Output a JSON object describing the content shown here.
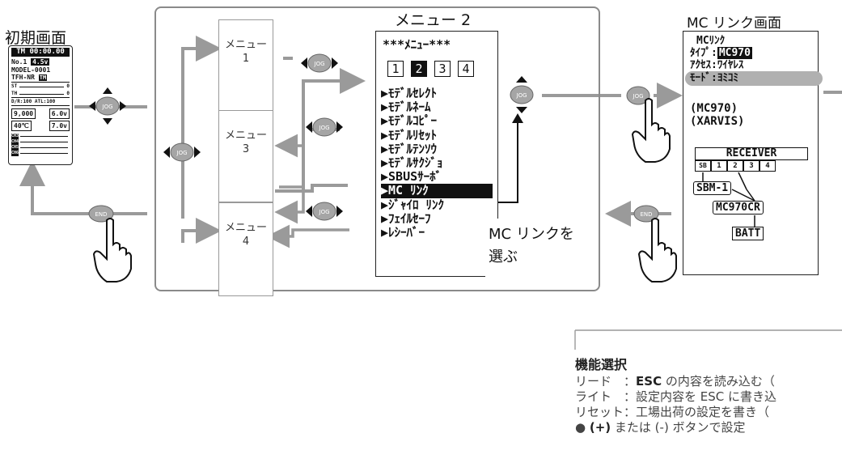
{
  "colors": {
    "arrow": "#9a9a9a",
    "panel_border": "#8a8a8a",
    "highlight": "#b0b0b0",
    "button": "#a5a5a5"
  },
  "titles": {
    "initial": "初期画面",
    "menu2": "メニュー 2",
    "mc_link": "MC リンク画面"
  },
  "buttons": {
    "jog": "JOG",
    "end": "END"
  },
  "initial_screen": {
    "timer": "TM 00:00.00",
    "model_no": "No.1",
    "voltage_badge": "4.5v",
    "model_name": "MODEL-0001",
    "system": "TFH-NR",
    "system_badge": "TM",
    "st_label": "ST",
    "st_value": "0",
    "th_label": "TH",
    "th_value": "0",
    "dr_atl": "D/R:100 ATL:100",
    "odo": "9,000",
    "batt1": "6.0v",
    "temp": "40℃",
    "batt2": "7.0v",
    "channels": [
      "CH3",
      "CH4",
      "CH5",
      "CH6"
    ]
  },
  "menu_cards": [
    {
      "label": "メニュー",
      "num": "1"
    },
    {
      "label": "メニュー",
      "num": "3"
    },
    {
      "label": "メニュー",
      "num": "4"
    }
  ],
  "menu2": {
    "header": "***ﾒﾆｭｰ***",
    "pages": [
      "1",
      "2",
      "3",
      "4"
    ],
    "items": [
      "▶ﾓﾃﾞﾙｾﾚｸﾄ",
      "▶ﾓﾃﾞﾙﾈｰﾑ",
      "▶ﾓﾃﾞﾙｺﾋﾟｰ",
      "▶ﾓﾃﾞﾙﾘｾｯﾄ",
      "▶ﾓﾃﾞﾙﾃﾝｿｳ",
      "▶ﾓﾃﾞﾙｻｸｼﾞｮ",
      "▶SBUSｻｰﾎﾞ",
      "▶MC ﾘﾝｸ",
      "▶ｼﾞｬｲﾛ ﾘﾝｸ",
      "▶ﾌｪｲﾙｾｰﾌ",
      "▶ﾚｼｰﾊﾞｰ"
    ],
    "selected_index": 7,
    "callout": [
      "MC リンクを",
      "選ぶ"
    ]
  },
  "mc_link_screen": {
    "title": "MCﾘﾝｸ",
    "type_label": "ﾀｲﾌﾟ:",
    "type_value": "MC970",
    "access_label": "ｱｸｾｽ:",
    "access_value": "ﾜｲﾔﾚｽ",
    "mode_label": "ﾓｰﾄﾞ:",
    "mode_value": "ﾖﾐｺﾐ",
    "model_line1": "(MC970)",
    "model_line2": "(XARVIS)",
    "receiver": "RECEIVER",
    "ports": [
      "SB",
      "1",
      "2",
      "3",
      "4"
    ],
    "sbm": "SBM-1",
    "mc970cr": "MC970CR",
    "batt": "BATT"
  },
  "description": {
    "title": "機能選択",
    "lines": [
      {
        "name": "リード　",
        "sep": "：",
        "bold": "ESC",
        "rest": " の内容を読み込む（"
      },
      {
        "name": "ライト　",
        "sep": "：",
        "bold": "",
        "rest": "設定内容を ESC に書き込"
      },
      {
        "name": "リセット",
        "sep": "：",
        "bold": "",
        "rest": "工場出荷の設定を書き（"
      },
      {
        "name": "● ",
        "sep": "",
        "bold": "(+)",
        "rest": " または (-) ボタンで設定"
      }
    ]
  }
}
